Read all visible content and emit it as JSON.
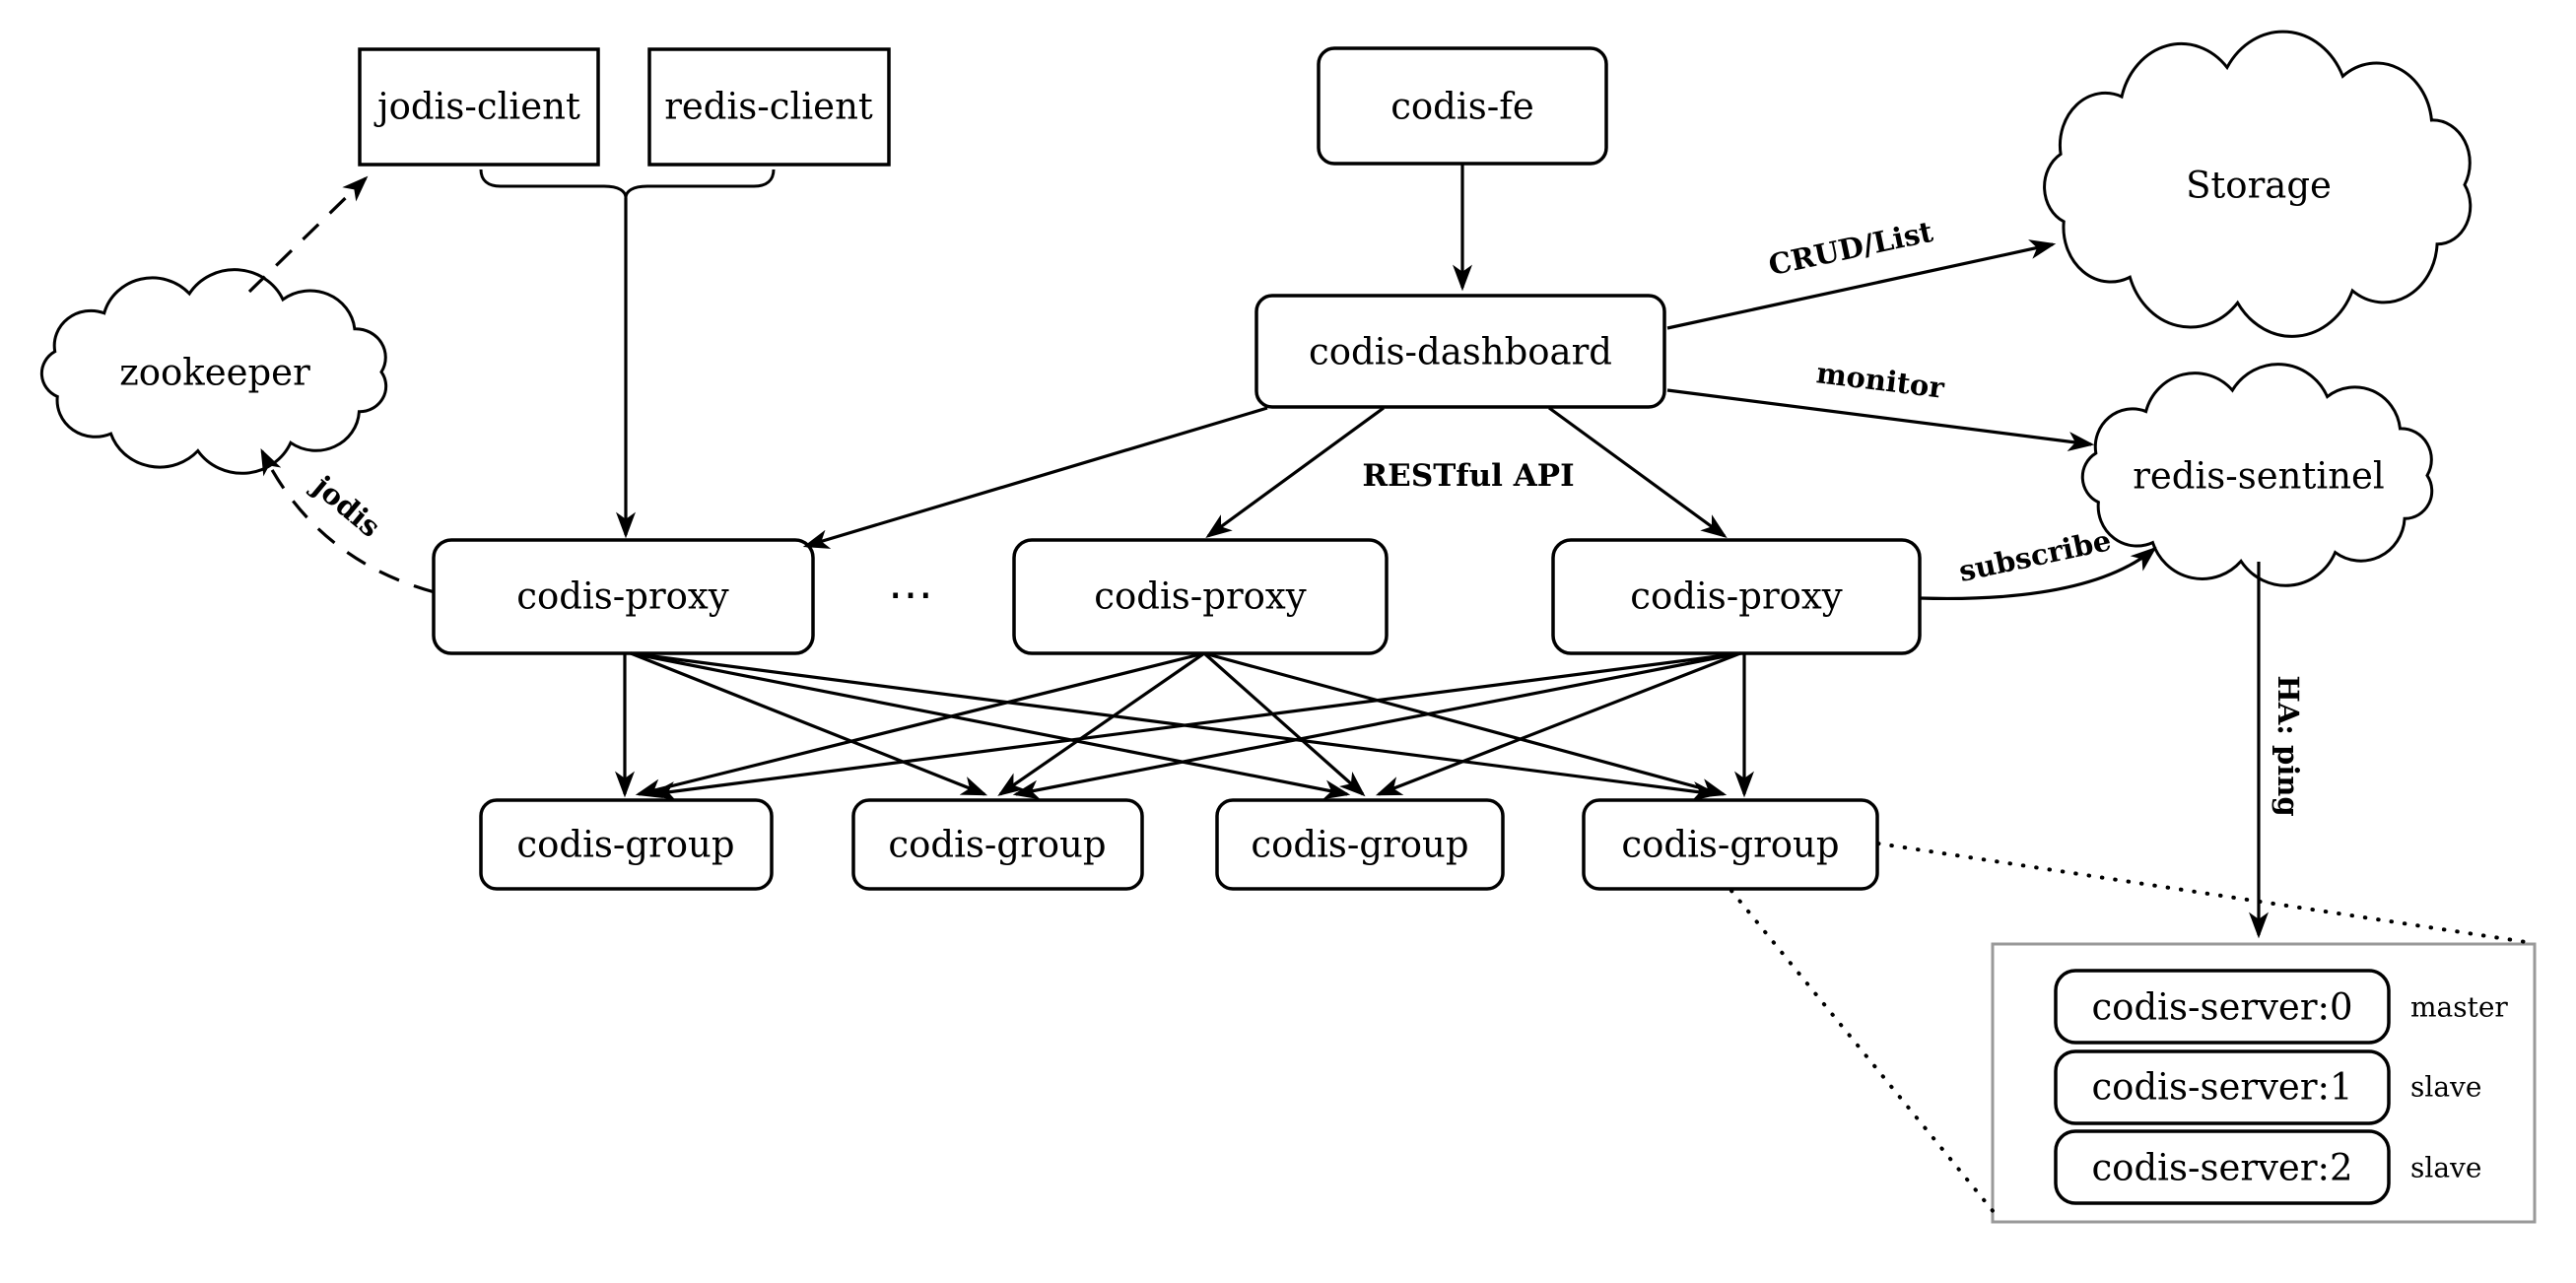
{
  "diagram": {
    "nodes": {
      "jodis_client": "jodis-client",
      "redis_client": "redis-client",
      "codis_fe": "codis-fe",
      "storage": "Storage",
      "zookeeper": "zookeeper",
      "codis_dashboard": "codis-dashboard",
      "redis_sentinel": "redis-sentinel",
      "ellipsis": "⋯"
    },
    "proxies": [
      "codis-proxy",
      "codis-proxy",
      "codis-proxy"
    ],
    "groups": [
      "codis-group",
      "codis-group",
      "codis-group",
      "codis-group"
    ],
    "servers": [
      {
        "name": "codis-server:0",
        "role": "master"
      },
      {
        "name": "codis-server:1",
        "role": "slave"
      },
      {
        "name": "codis-server:2",
        "role": "slave"
      }
    ],
    "edge_labels": {
      "crud_list": "CRUD/List",
      "monitor": "monitor",
      "restful_api": "RESTful API",
      "subscribe": "subscribe",
      "jodis": "jodis",
      "ha_ping": "HA: ping"
    },
    "colors": {
      "line": "#000000",
      "text": "#000000",
      "container_border": "#999999",
      "background": "#ffffff"
    }
  }
}
